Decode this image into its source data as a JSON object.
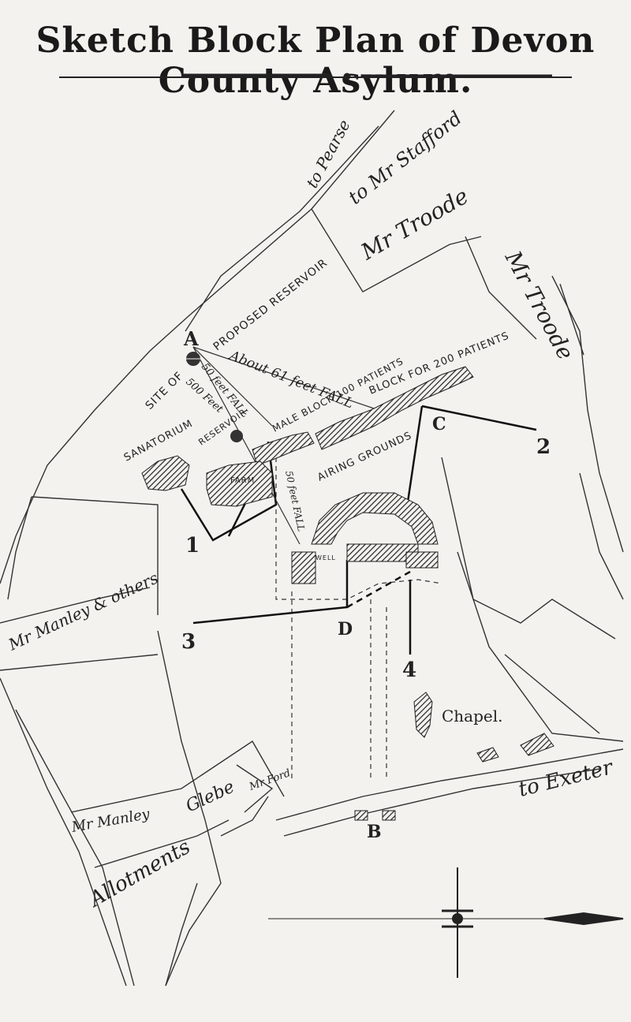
{
  "title": "Sketch Block Plan of Devon County Asylum.",
  "labels": {
    "to_pearse": "to Pearse",
    "to_mr_stafford": "to Mr Stafford",
    "mr_troode_top": "Mr Troode",
    "mr_troode_right": "Mr Troode",
    "proposed_reservoir": "PROPOSED RESERVOIR",
    "site_of": "SITE OF",
    "sanatorium": "SANATORIUM",
    "reservoir": "RESERVOIR",
    "about_61_feet_fall": "About 61 feet FALL",
    "fifty_feet_fall_a": "50 feet FALL",
    "five_hundred_feet": "500 Feet",
    "block_for_200_patients": "BLOCK FOR 200 PATIENTS",
    "male_block_100_patients": "MALE BLOCK 100 PATIENTS",
    "airing_grounds": "AIRING GROUNDS",
    "farm": "FARM",
    "fifty_feet_fall_b": "50 feet FALL",
    "well": "WELL",
    "mr_manley_others": "Mr Manley & others",
    "mr_manley": "Mr Manley",
    "glebe": "Glebe",
    "mr_ford": "Mr Ford",
    "allotments": "Allotments",
    "chapel": "Chapel.",
    "to_exeter": "to Exeter"
  },
  "markers": {
    "A": "A",
    "B": "B",
    "C": "C",
    "D": "D",
    "n1": "1",
    "n2": "2",
    "n3": "3",
    "n4": "4"
  }
}
